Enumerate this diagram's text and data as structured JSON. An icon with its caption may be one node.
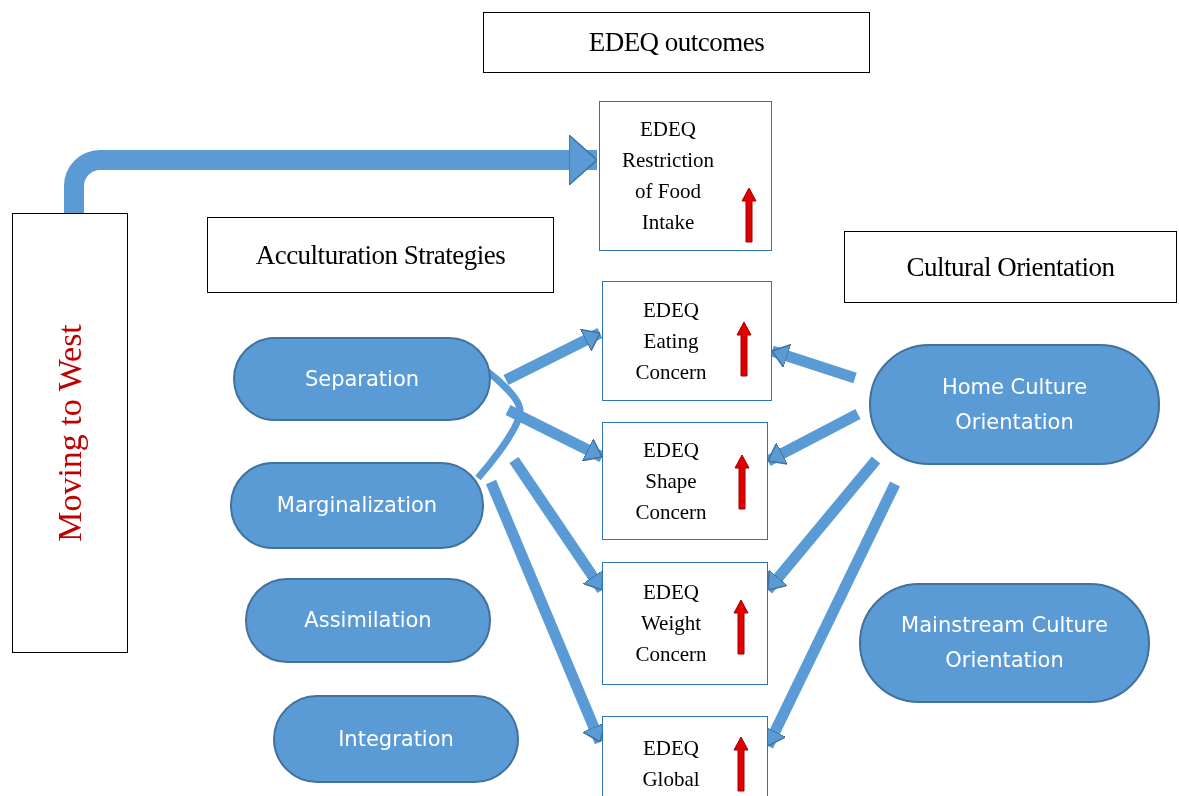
{
  "diagram": {
    "nodes": [
      {
        "text": [
          "EDEQ outcomes"
        ]
      },
      {
        "text": [
          "Moving to West"
        ]
      },
      {
        "text": [
          "EDEQ Restriction of Food Intake"
        ]
      },
      {
        "text": [
          "Acculturation Strategies"
        ]
      },
      {
        "text": [
          "Cultural Orientation"
        ]
      },
      {
        "text": [
          "EDEQ Eating Concern"
        ]
      },
      {
        "text": [
          "Separation"
        ]
      },
      {
        "text": [
          "Home Culture Orientation"
        ]
      },
      {
        "text": [
          "Marginalization"
        ]
      },
      {
        "text": [
          "EDEQ Shape Concern"
        ]
      },
      {
        "text": [
          "EDEQ Weight Concern"
        ]
      },
      {
        "text": [
          "Mainstream Culture Orientation"
        ]
      },
      {
        "text": [
          "Assimilation"
        ]
      },
      {
        "text": [
          "Integration"
        ]
      },
      {
        "text": [
          "EDEQ Global"
        ]
      }
    ],
    "edges": [
      {
        "from": 1,
        "to": 2,
        "arrow": "to",
        "style": "thick"
      },
      {
        "from": 6,
        "to": 8,
        "arrow": "none"
      },
      {
        "from": 6,
        "to": 5,
        "arrow": "to"
      },
      {
        "from": 6,
        "to": 9,
        "arrow": "to"
      },
      {
        "from": 8,
        "to": 10,
        "arrow": "to"
      },
      {
        "from": 8,
        "to": 14,
        "arrow": "to"
      },
      {
        "from": 7,
        "to": 5,
        "arrow": "to"
      },
      {
        "from": 7,
        "to": 9,
        "arrow": "to"
      },
      {
        "from": 7,
        "to": 10,
        "arrow": "to"
      },
      {
        "from": 7,
        "to": 14,
        "arrow": "to"
      }
    ]
  }
}
